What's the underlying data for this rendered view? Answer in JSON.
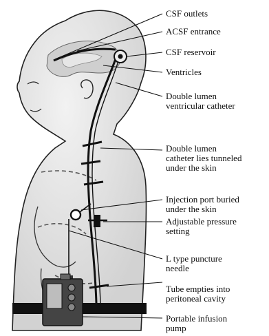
{
  "labels": {
    "csf_outlets": "CSF outlets",
    "acsf_entrance": "ACSF entrance",
    "csf_reservoir": "CSF reservoir",
    "ventricles": "Ventricles",
    "double_lumen_ventricular_catheter": [
      "Double lumen",
      "ventricular catheter"
    ],
    "tunneled_catheter": [
      "Double lumen",
      "catheter lies tunneled",
      "under the skin"
    ],
    "injection_port": [
      "Injection port buried",
      "under the skin"
    ],
    "pressure_setting": [
      "Adjustable pressure",
      "setting"
    ],
    "puncture_needle": [
      "L type puncture",
      "needle"
    ],
    "tube_empties": [
      "Tube empties into",
      "peritoneal cavity"
    ],
    "infusion_pump": [
      "Portable infusion",
      "pump"
    ]
  }
}
